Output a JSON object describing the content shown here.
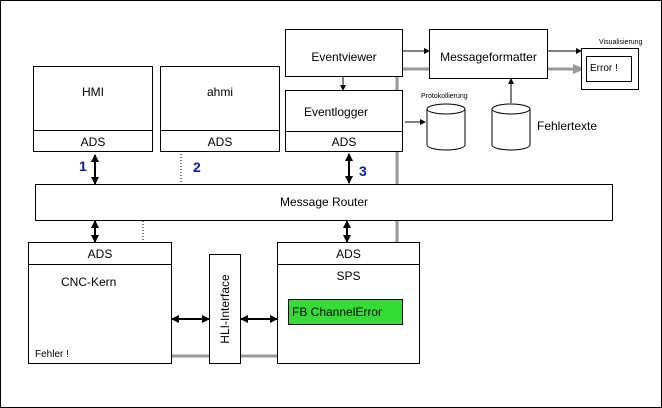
{
  "hmi": {
    "title": "HMI",
    "ads": "ADS"
  },
  "ahmi": {
    "title": "ahmi",
    "ads": "ADS"
  },
  "eventviewer": {
    "title": "Eventviewer"
  },
  "eventlogger": {
    "title": "Eventlogger",
    "ads": "ADS"
  },
  "messageformatter": {
    "title": "Messageformatter"
  },
  "visualisierung": {
    "label": "Visualisierung",
    "error_text": "Error !"
  },
  "protokollierung": {
    "label": "Protokollierung"
  },
  "fehlertexte": {
    "label": "Fehlertexte"
  },
  "message_router": {
    "title": "Message Router"
  },
  "cnc": {
    "ads": "ADS",
    "title": "CNC-Kern",
    "fehler": "Fehler !"
  },
  "hli": {
    "title": "HLI-Interface"
  },
  "sps": {
    "ads": "ADS",
    "title": "SPS",
    "fb": "FB ChannelError"
  },
  "numbers": {
    "n1": "1",
    "n2": "2",
    "n3": "3"
  },
  "colors": {
    "path_gray": "#999999",
    "fb_green": "#33dd33",
    "number_blue": "#0a1cb4"
  }
}
